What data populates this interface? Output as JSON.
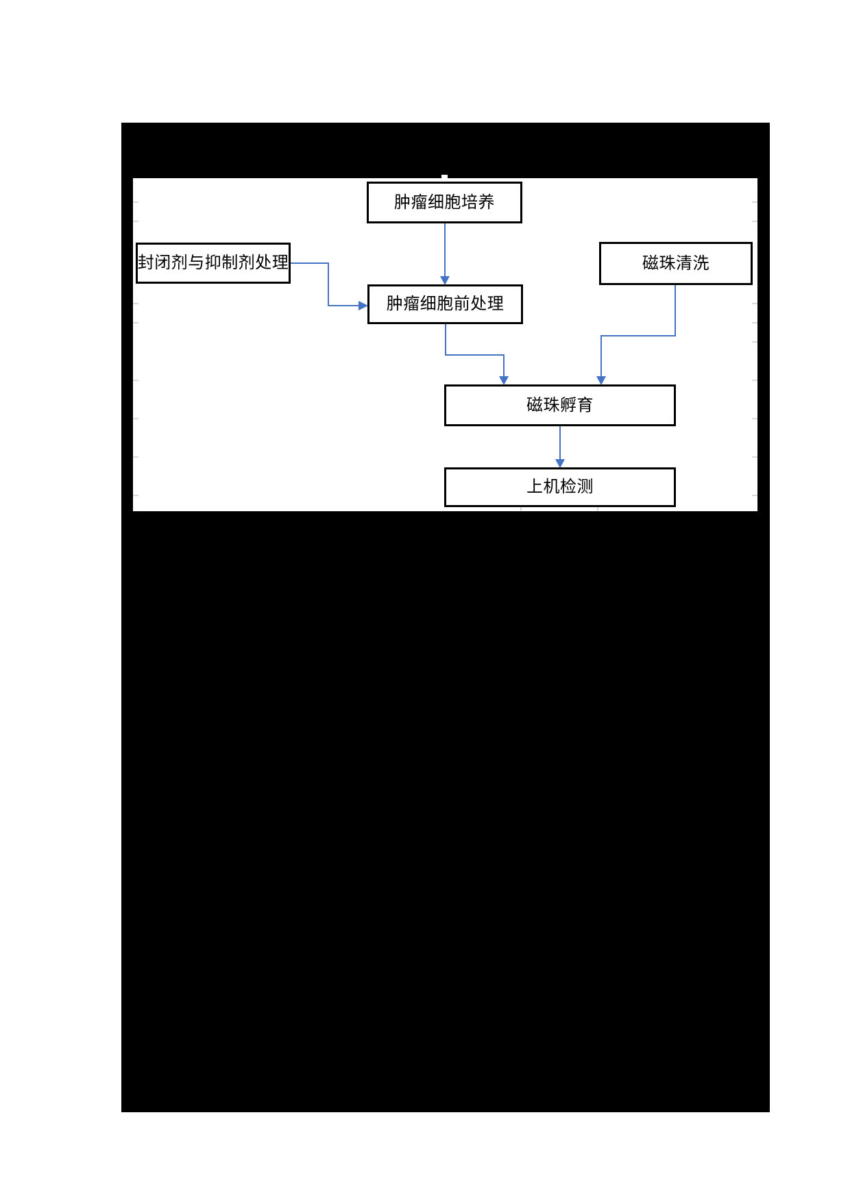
{
  "document": {
    "page_bg": "#ffffff",
    "figure_bg": "#000000",
    "diagram_bg": "#ffffff"
  },
  "flowchart": {
    "type": "flowchart",
    "accent_color": "#4472c4",
    "node_border_color": "#000000",
    "node_text_color": "#000000",
    "gridline_color": "#d9d9d9",
    "nodes": [
      {
        "id": "tumor-cell-culture",
        "label": "肿瘤细胞培养"
      },
      {
        "id": "blocker-inhibitor-treatment",
        "label": "封闭剂与抑制剂处理"
      },
      {
        "id": "bead-washing",
        "label": "磁珠清洗"
      },
      {
        "id": "tumor-cell-pretreatment",
        "label": "肿瘤细胞前处理"
      },
      {
        "id": "bead-incubation",
        "label": "磁珠孵育"
      },
      {
        "id": "machine-detection",
        "label": "上机检测"
      }
    ],
    "edges": [
      {
        "from": "tumor-cell-culture",
        "to": "tumor-cell-pretreatment"
      },
      {
        "from": "blocker-inhibitor-treatment",
        "to": "tumor-cell-pretreatment"
      },
      {
        "from": "tumor-cell-pretreatment",
        "to": "bead-incubation"
      },
      {
        "from": "bead-washing",
        "to": "bead-incubation"
      },
      {
        "from": "bead-incubation",
        "to": "machine-detection"
      }
    ]
  }
}
